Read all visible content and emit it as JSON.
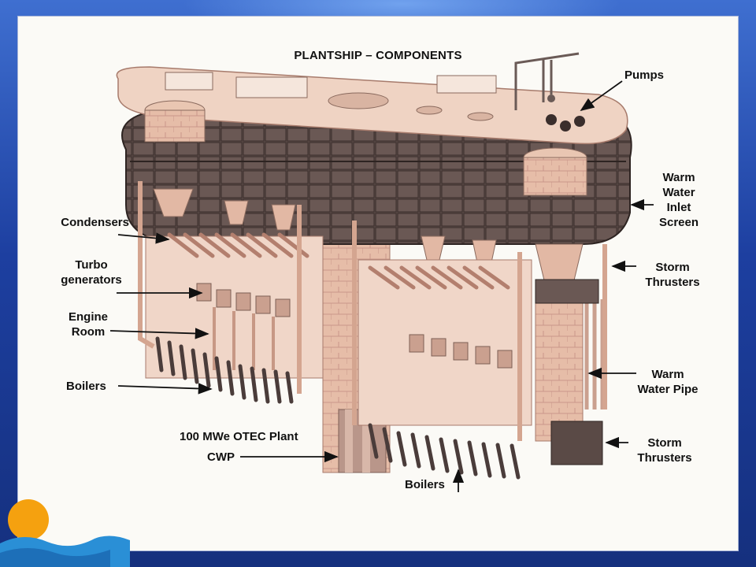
{
  "title": "PLANTSHIP – COMPONENTS",
  "labels": {
    "pumps": "Pumps",
    "warm_water_inlet_screen": [
      "Warm",
      "Water",
      "Inlet",
      "Screen"
    ],
    "condensers": "Condensers",
    "turbo_generators": [
      "Turbo",
      "generators"
    ],
    "storm_thrusters_upper": [
      "Storm",
      "Thrusters"
    ],
    "engine_room": [
      "Engine",
      "Room"
    ],
    "warm_water_pipe": [
      "Warm",
      "Water Pipe"
    ],
    "boilers_left": "Boilers",
    "plant_caption": "100 MWe OTEC Plant",
    "cwp": "CWP",
    "storm_thrusters_lower": [
      "Storm",
      "Thrusters"
    ],
    "boilers_bottom": "Boilers"
  },
  "colors": {
    "hull_dark": "#4a3c3a",
    "structure": "#e8c2ae",
    "structure_shadow": "#b98f7d",
    "pipe": "#d9a996",
    "slide_blue": "#1d3fa0",
    "sun": "#f5a10f",
    "wave": "#2a8fd6"
  },
  "icons": [
    "sun-logo-icon",
    "wave-logo-icon"
  ]
}
